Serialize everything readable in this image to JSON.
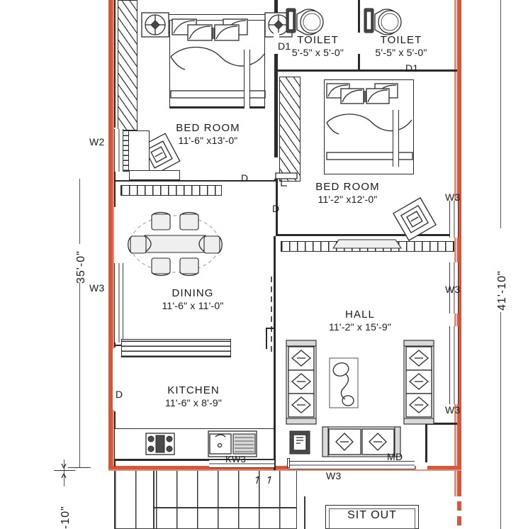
{
  "drawing": {
    "type": "residential-floor-plan",
    "overall_dimensions": {
      "left_label": "35'-0\"",
      "right_label": "41'-10\"",
      "bottom_left_label": "-10\""
    }
  },
  "rooms": [
    {
      "key": "bedroom1",
      "name": "BED ROOM",
      "dimension": "11'-6\" x13'-0\""
    },
    {
      "key": "bedroom2",
      "name": "BED ROOM",
      "dimension": "11'-2\" x12'-0\""
    },
    {
      "key": "toilet1",
      "name": "TOILET",
      "dimension": "5'-5\" x 5'-0\""
    },
    {
      "key": "toilet2",
      "name": "TOILET",
      "dimension": "5'-5\" x 5'-0\""
    },
    {
      "key": "dining",
      "name": "DINING",
      "dimension": "11'-6\" x 11'-0\""
    },
    {
      "key": "kitchen",
      "name": "KITCHEN",
      "dimension": "11'-6\" x 8'-9\""
    },
    {
      "key": "hall",
      "name": "HALL",
      "dimension": "11'-2\" x 15'-9\""
    },
    {
      "key": "sitout",
      "name": "SIT OUT",
      "dimension": ""
    }
  ],
  "openings": [
    {
      "key": "w2_left",
      "label": "W2"
    },
    {
      "key": "w3_left_dining",
      "label": "W3"
    },
    {
      "key": "w3_right_bed2",
      "label": "W3"
    },
    {
      "key": "w3_right_hall",
      "label": "W3"
    },
    {
      "key": "w3_right_lower",
      "label": "W3"
    },
    {
      "key": "w3_bottom",
      "label": "W3"
    },
    {
      "key": "kw3_kitchen",
      "label": "KW3"
    },
    {
      "key": "d1_toilet1",
      "label": "D1"
    },
    {
      "key": "d1_toilet2",
      "label": "D1"
    },
    {
      "key": "d_bed1",
      "label": "D"
    },
    {
      "key": "d_bed2",
      "label": "D"
    },
    {
      "key": "d_kitchen",
      "label": "D"
    },
    {
      "key": "md_main",
      "label": "MD"
    }
  ],
  "colors": {
    "wall_outline_red": "#d8563a",
    "wall_black": "#1d1d1d",
    "paper": "#ffffff",
    "ink": "#2b2b2b"
  }
}
